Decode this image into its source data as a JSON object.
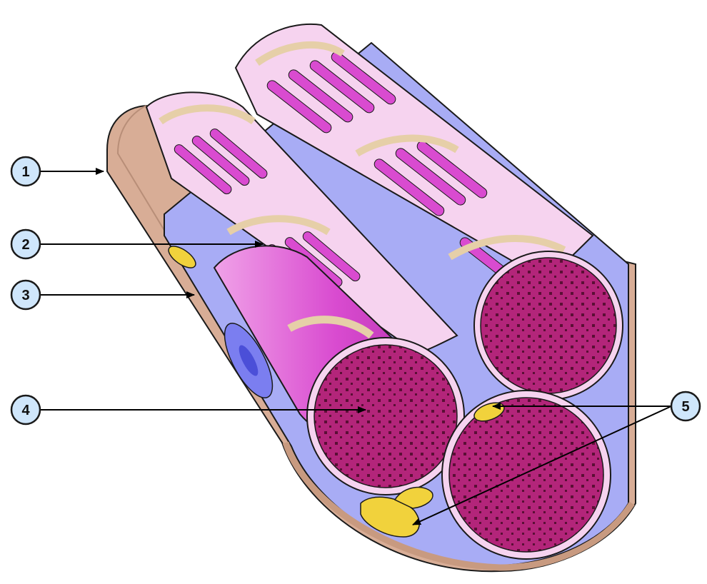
{
  "diagram": {
    "subject": "muscle-fiber-cross-section",
    "colors": {
      "sarcolemma": "#d8ad96",
      "sarcoplasm": "#a8acf5",
      "myofibril_pink": "#f6d3ef",
      "myofibril_magenta": "#d94bd0",
      "myofibril_core": "#a4246b",
      "reticulum_tan": "#e6cfa8",
      "mitochondria": "#f1d23c",
      "nucleus": "#7b7ef0",
      "outline": "#1a1a1a"
    }
  },
  "callouts": [
    {
      "label": "1"
    },
    {
      "label": "2"
    },
    {
      "label": "3"
    },
    {
      "label": "4"
    },
    {
      "label": "5"
    }
  ]
}
